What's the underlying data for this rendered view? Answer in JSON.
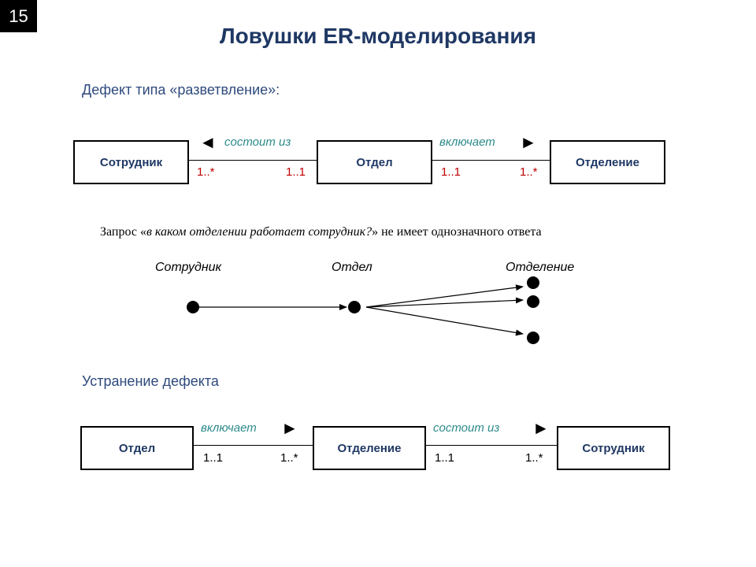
{
  "slide_number": "15",
  "title": "Ловушки ER-моделирования",
  "defect_heading": "Дефект типа «разветвление»:",
  "top_diagram": {
    "entities": [
      "Сотрудник",
      "Отдел",
      "Отделение"
    ],
    "rel_left": {
      "name": "состоит из",
      "arrow": "◄",
      "card_left": "1..*",
      "card_right": "1..1"
    },
    "rel_right": {
      "name": "включает",
      "arrow": "►",
      "card_left": "1..1",
      "card_right": "1..*"
    }
  },
  "query": {
    "prefix": "Запрос «",
    "italic": "в каком отделении работает сотрудник?",
    "suffix": "» не имеет однозначного ответа"
  },
  "instance_diagram": {
    "labels": [
      "Сотрудник",
      "Отдел",
      "Отделение"
    ]
  },
  "fix_heading": "Устранение дефекта",
  "bottom_diagram": {
    "entities": [
      "Отдел",
      "Отделение",
      "Сотрудник"
    ],
    "rel_left": {
      "name": "включает",
      "arrow": "►",
      "card_left": "1..1",
      "card_right": "1..*"
    },
    "rel_right": {
      "name": "состоит из",
      "arrow": "►",
      "card_left": "1..1",
      "card_right": "1..*"
    }
  }
}
